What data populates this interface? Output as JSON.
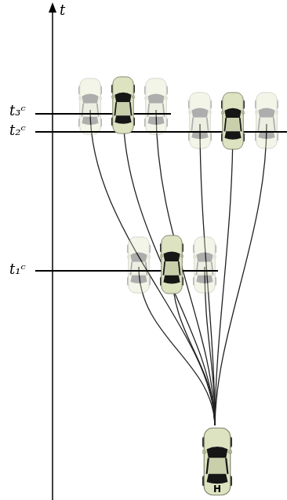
{
  "diagram": {
    "nodes": [
      {
        "text": [
          "H"
        ]
      }
    ],
    "labels": [
      "t",
      "t₃ᶜ",
      "t₂ᶜ",
      "t₁ᶜ"
    ]
  }
}
